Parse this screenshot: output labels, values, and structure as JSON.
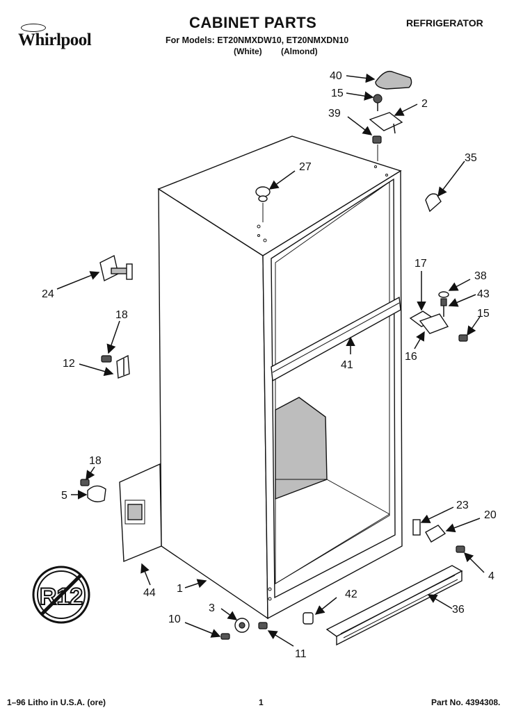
{
  "header": {
    "brand": "Whirlpool",
    "title": "CABINET PARTS",
    "category": "REFRIGERATOR",
    "models_line": "For Models: ET20NMXDW10, ET20NMXDN10",
    "variant_white": "(White)",
    "variant_almond": "(Almond)"
  },
  "callouts": {
    "c40": "40",
    "c15a": "15",
    "c2": "2",
    "c39": "39",
    "c35": "35",
    "c27": "27",
    "c24": "24",
    "c18a": "18",
    "c12": "12",
    "c17": "17",
    "c38": "38",
    "c43": "43",
    "c15b": "15",
    "c16": "16",
    "c41": "41",
    "c18b": "18",
    "c5": "5",
    "c23": "23",
    "c20": "20",
    "c4": "4",
    "c44": "44",
    "c1": "1",
    "c3": "3",
    "c42": "42",
    "c36": "36",
    "c10": "10",
    "c11": "11"
  },
  "badge": {
    "text": "R12"
  },
  "footer": {
    "litho": "1–96 Litho in U.S.A. (ore)",
    "page": "1",
    "part_number": "Part No. 4394308."
  }
}
